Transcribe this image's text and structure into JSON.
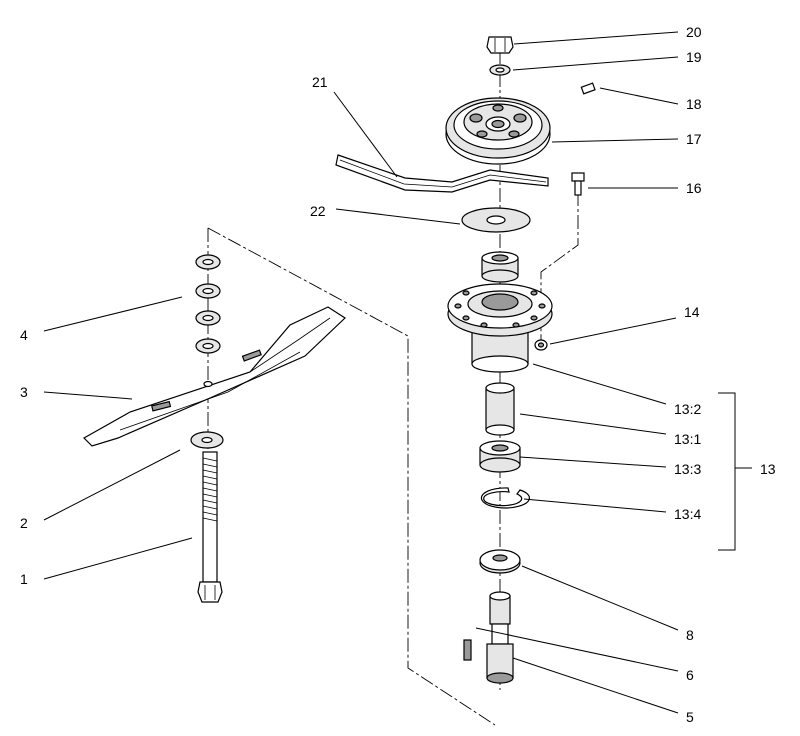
{
  "callouts": [
    {
      "id": "c20",
      "label": "20"
    },
    {
      "id": "c19",
      "label": "19"
    },
    {
      "id": "c18",
      "label": "18"
    },
    {
      "id": "c17",
      "label": "17"
    },
    {
      "id": "c21",
      "label": "21"
    },
    {
      "id": "c16",
      "label": "16"
    },
    {
      "id": "c22",
      "label": "22"
    },
    {
      "id": "c4",
      "label": "4"
    },
    {
      "id": "c14",
      "label": "14"
    },
    {
      "id": "c3",
      "label": "3"
    },
    {
      "id": "c132",
      "label": "13:2"
    },
    {
      "id": "c131",
      "label": "13:1"
    },
    {
      "id": "c13",
      "label": "13"
    },
    {
      "id": "c133",
      "label": "13:3"
    },
    {
      "id": "c2",
      "label": "2"
    },
    {
      "id": "c134",
      "label": "13:4"
    },
    {
      "id": "c1",
      "label": "1"
    },
    {
      "id": "c8",
      "label": "8"
    },
    {
      "id": "c6",
      "label": "6"
    },
    {
      "id": "c5",
      "label": "5"
    }
  ]
}
